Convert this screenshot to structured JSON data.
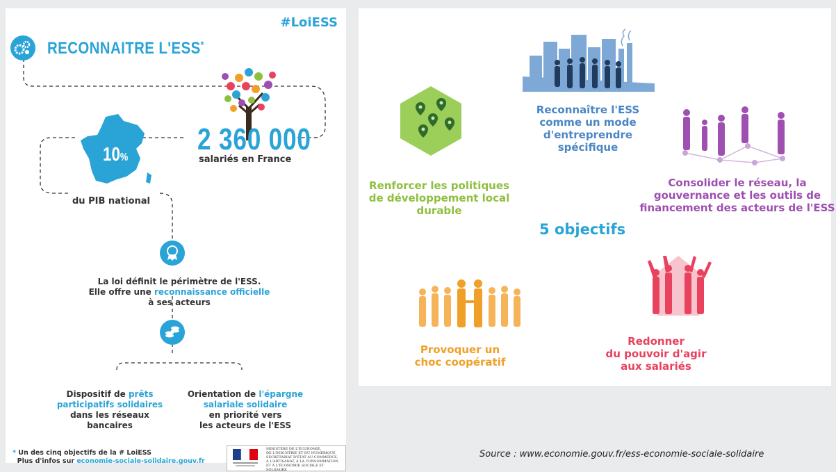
{
  "left": {
    "hashtag": "#LoiESS",
    "title": "RECONNAITRE L'ESS",
    "title_star": "*",
    "big_number": "2 360 000",
    "salaries": "salariés en France",
    "percentage": "10",
    "percent_sign": "%",
    "pib": "du PIB national",
    "loi_line1": "La loi définit le périmètre de l'ESS.",
    "loi_line2_pre": "Elle offre une ",
    "loi_line2_highlight": "reconnaissance officielle",
    "loi_line3": "à ses acteurs",
    "prets_pre": "Dispositif de ",
    "prets_highlight_1": "prêts",
    "prets_highlight_2": "participatifs solidaires",
    "prets_rest_1": "dans les réseaux",
    "prets_rest_2": "bancaires",
    "epargne_pre": "Orientation de ",
    "epargne_highlight_1": "l'épargne",
    "epargne_highlight_2": "salariale solidaire",
    "epargne_rest_1": "en priorité vers",
    "epargne_rest_2": "les acteurs de l'ESS",
    "footnote_star": "*",
    "footnote_line1": "Un des cinq objectifs de la # LoiESS",
    "footnote_line2_pre": "Plus d'infos sur ",
    "footnote_link": "economie-sociale-solidaire.gouv.fr",
    "ministry_line1": "MINISTÈRE DE L'ÉCONOMIE,",
    "ministry_line2": "DE L'INDUSTRIE ET DU NUMÉRIQUE",
    "ministry_line3": "SECRÉTARIAT D'ÉTAT AU COMMERCE,",
    "ministry_line4": "À L'ARTISANAT, À LA CONSOMMATION",
    "ministry_line5": "ET À L'ÉCONOMIE SOCIALE ET SOLIDAIRE"
  },
  "right": {
    "center_label": "5 objectifs",
    "objectives": [
      {
        "lines": [
          "Renforcer les politiques",
          "de développement local",
          "durable"
        ],
        "color": "#8fbf3f",
        "icon": "map-pins-icon"
      },
      {
        "lines": [
          "Reconnaître l'ESS",
          "comme un mode",
          "d'entreprendre",
          "spécifique"
        ],
        "color": "#4a86c5",
        "icon": "city-people-icon"
      },
      {
        "lines": [
          "Consolider le réseau, la",
          "gouvernance et les outils de",
          "financement des acteurs de l'ESS"
        ],
        "color": "#9e4fb0",
        "icon": "network-people-icon"
      },
      {
        "lines": [
          "Provoquer un",
          "choc coopératif"
        ],
        "color": "#f0a028",
        "icon": "handshake-people-icon"
      },
      {
        "lines": [
          "Redonner",
          "du pouvoir d'agir",
          "aux salariés"
        ],
        "color": "#e8425e",
        "icon": "raised-arms-people-icon"
      }
    ]
  },
  "source": "Source : www.economie.gouv.fr/ess-economie-sociale-solidaire",
  "colors": {
    "accent": "#2aa3d7",
    "background": "#eaebec"
  }
}
